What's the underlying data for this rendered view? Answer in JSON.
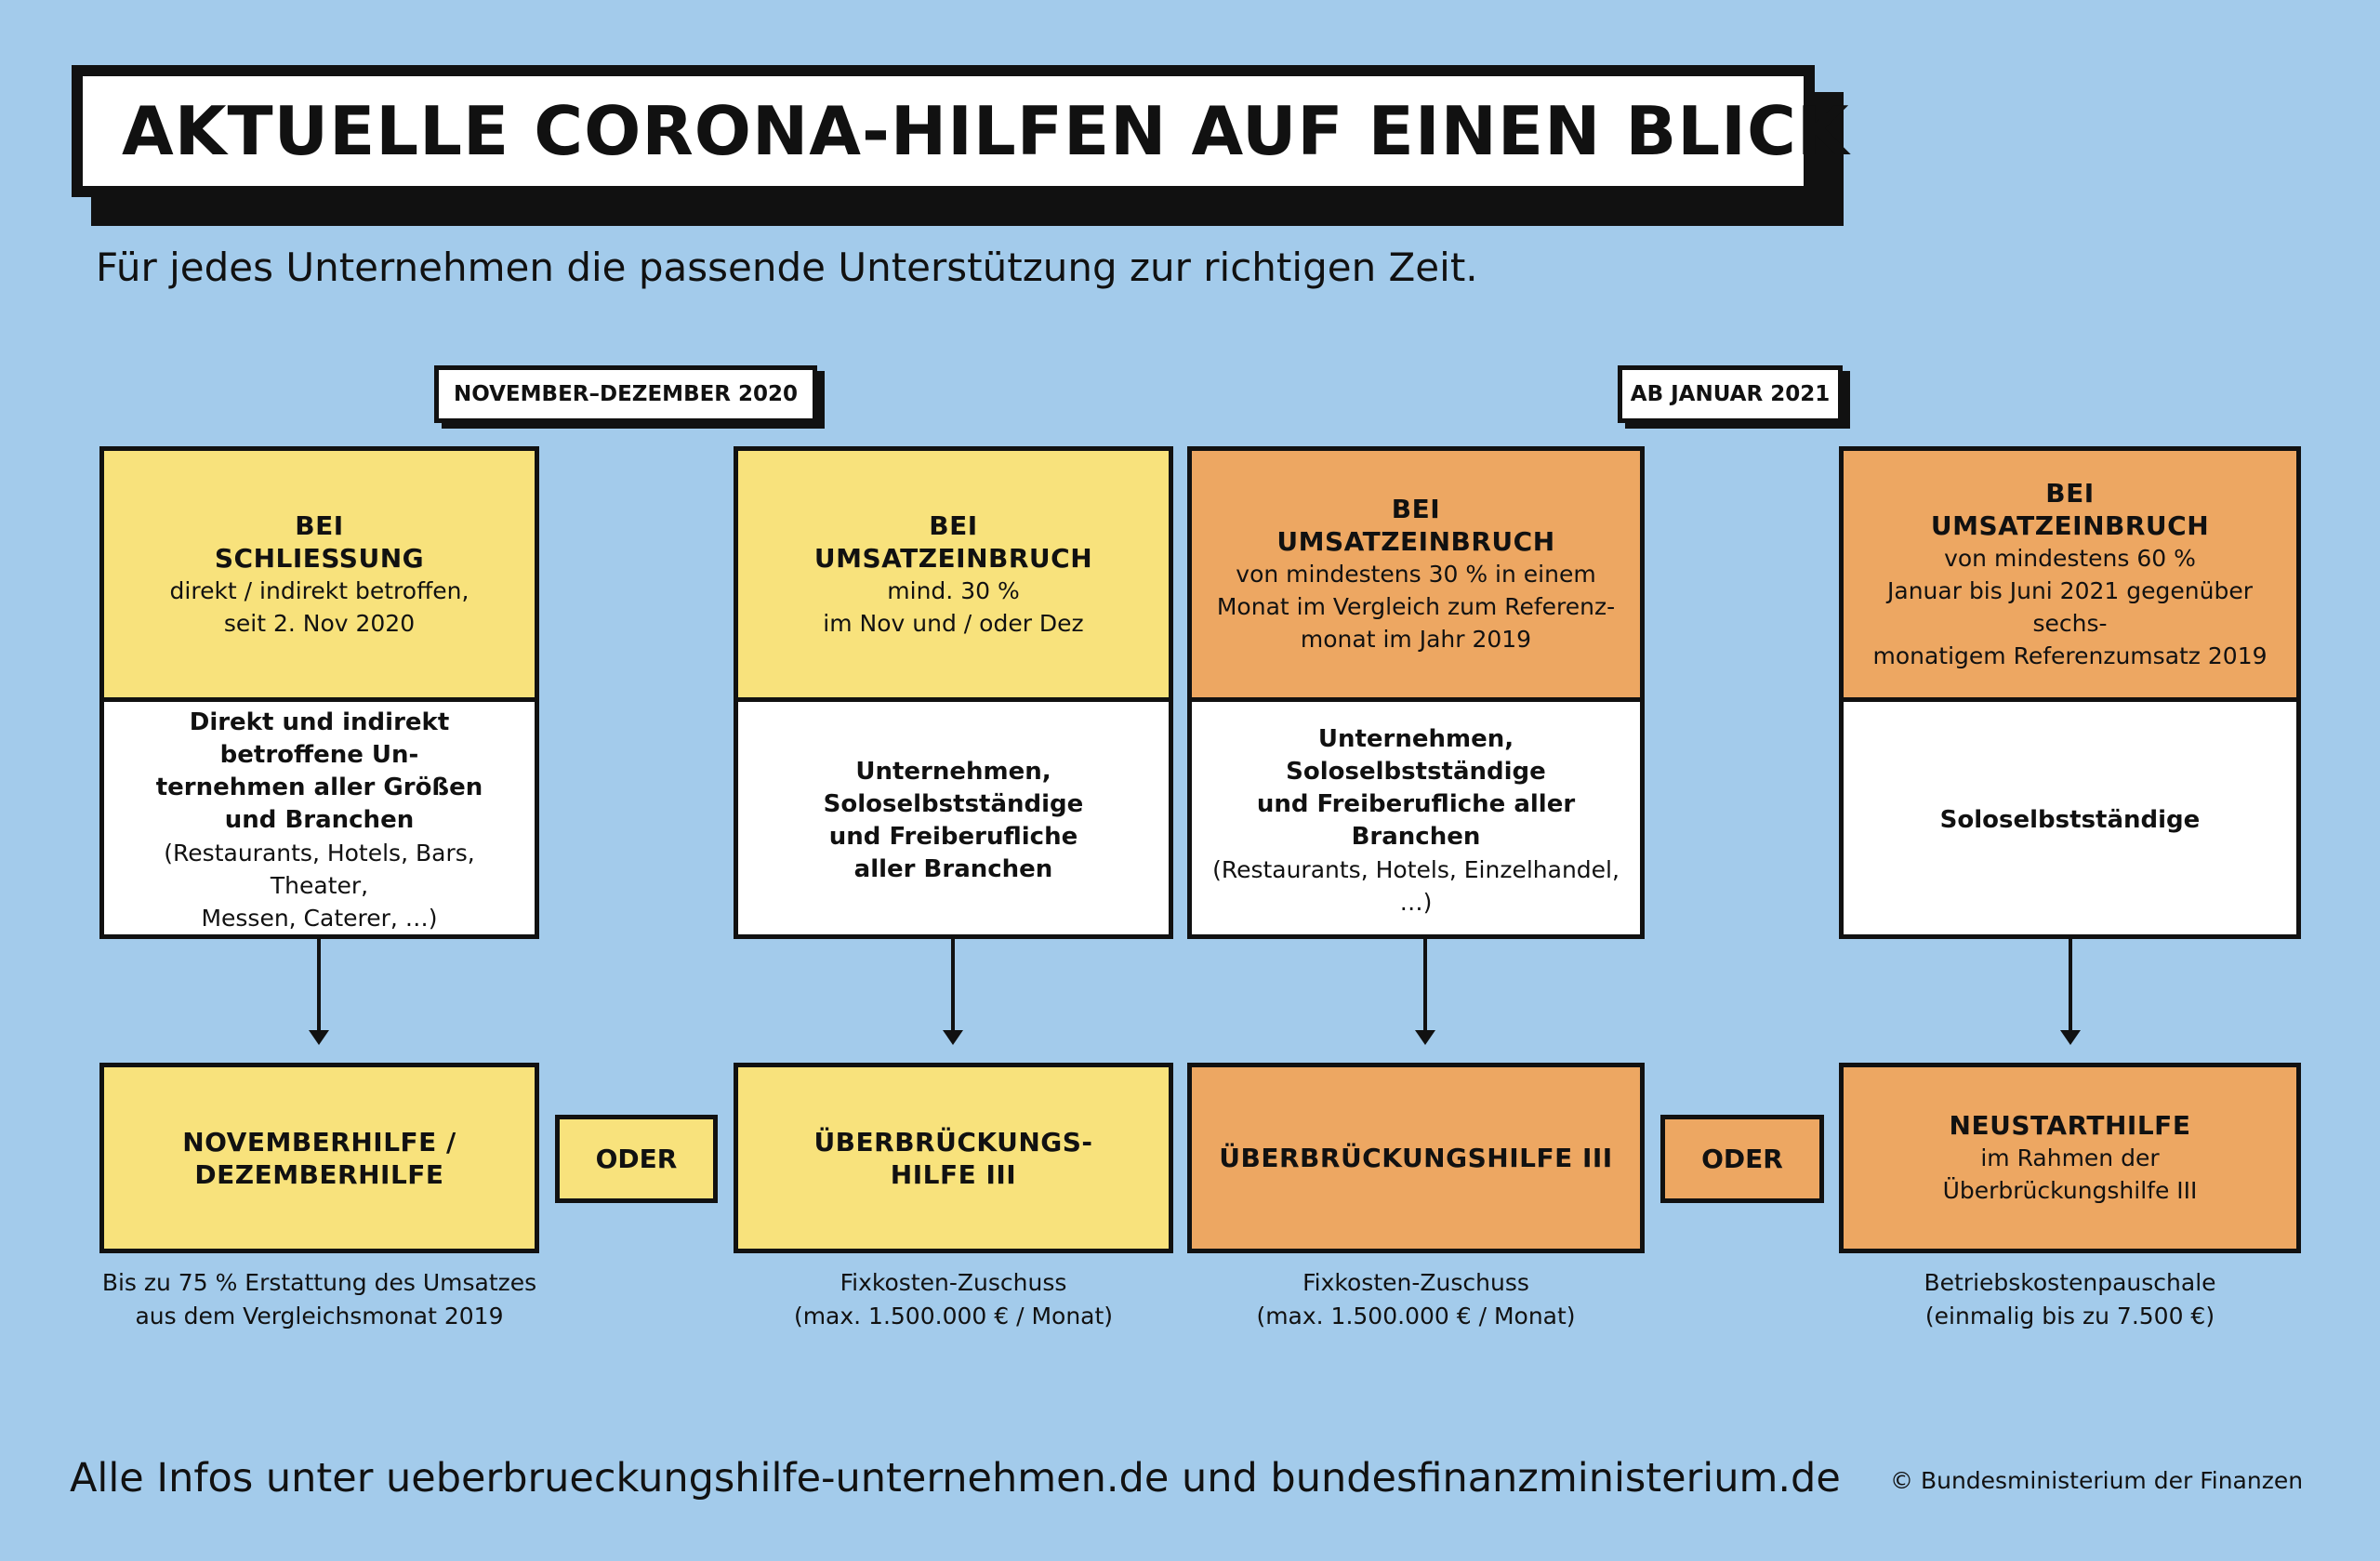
{
  "title": "AKTUELLE CORONA-HILFEN AUF EINEN BLICK",
  "subtitle": "Für jedes Unternehmen die passende Unterstützung zur richtigen Zeit.",
  "periods": [
    "NOVEMBER–DEZEMBER 2020",
    "AB JANUAR 2021"
  ],
  "columns": [
    {
      "color": "#f8e27c",
      "condition_heading": [
        "BEI",
        "SCHLIESSUNG"
      ],
      "condition_text": [
        "direkt / indirekt betroffen,",
        "seit 2. Nov 2020"
      ],
      "eligible_bold": [
        "Direkt und indirekt betroffene Un-",
        "ternehmen aller Größen",
        "und Branchen"
      ],
      "eligible_text": [
        "(Restaurants, Hotels, Bars, Theater,",
        "Messen, Caterer, …)"
      ],
      "program": [
        "NOVEMBERHILFE /",
        "DEZEMBERHILFE"
      ],
      "program_text": [],
      "note": [
        "Bis zu 75 % Erstattung des Umsatzes",
        "aus dem Vergleichsmonat 2019"
      ]
    },
    {
      "color": "#f8e27c",
      "condition_heading": [
        "BEI",
        "UMSATZEINBRUCH"
      ],
      "condition_text": [
        "mind. 30 %",
        "im Nov und / oder Dez"
      ],
      "eligible_bold": [
        "Unternehmen,",
        "Soloselbstständige",
        "und Freiberufliche",
        "aller Branchen"
      ],
      "eligible_text": [],
      "program": [
        "ÜBERBRÜCKUNGS-",
        "HILFE III"
      ],
      "program_text": [],
      "note": [
        "Fixkosten-Zuschuss",
        "(max. 1.500.000 € / Monat)"
      ]
    },
    {
      "color": "#eda762",
      "condition_heading": [
        "BEI",
        "UMSATZEINBRUCH"
      ],
      "condition_text": [
        "von mindestens 30 % in einem",
        "Monat im Vergleich zum Referenz-",
        "monat im Jahr 2019"
      ],
      "eligible_bold": [
        "Unternehmen, Soloselbstständige",
        "und Freiberufliche aller Branchen"
      ],
      "eligible_text": [
        "(Restaurants, Hotels, Einzelhandel, …)"
      ],
      "program": [
        "ÜBERBRÜCKUNGSHILFE III"
      ],
      "program_text": [],
      "note": [
        "Fixkosten-Zuschuss",
        "(max. 1.500.000 € / Monat)"
      ]
    },
    {
      "color": "#eda762",
      "condition_heading": [
        "BEI",
        "UMSATZEINBRUCH"
      ],
      "condition_text": [
        "von mindestens 60 %",
        "Januar bis Juni 2021 gegenüber sechs-",
        "monatigem Referenzumsatz 2019"
      ],
      "eligible_bold": [
        "Soloselbstständige"
      ],
      "eligible_text": [],
      "program": [
        "NEUSTARTHILFE"
      ],
      "program_text": [
        "im Rahmen der",
        "Überbrückungshilfe III"
      ],
      "note": [
        "Betriebskostenpauschale",
        "(einmalig bis zu 7.500 €)"
      ]
    }
  ],
  "connectors": [
    "ODER",
    "ODER"
  ],
  "footer": {
    "info": "Alle Infos unter ueberbrueckungshilfe-unternehmen.de und bundesfinanzministerium.de",
    "copyright": "© Bundesministerium der Finanzen"
  }
}
